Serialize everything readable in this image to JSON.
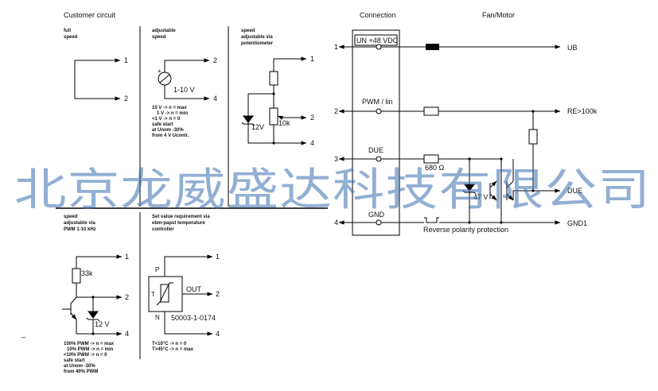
{
  "headers": {
    "customer": "Customer circuit",
    "connection": "Connection",
    "fan": "Fan/Motor"
  },
  "panel_full": {
    "title_1": "full",
    "title_2": "speed",
    "pin_1": "1",
    "pin_2": "2"
  },
  "panel_adj": {
    "title_1": "adjustable",
    "title_2": "speed",
    "source": "1-10 V",
    "plus": "+",
    "pin_2": "2",
    "pin_4": "4",
    "notes": [
      "10 V -> n = max",
      "1 V -> n = min",
      "<1 V -> n = 0",
      "safe start",
      "at Unom -30%",
      "from 4 V Ucontr."
    ]
  },
  "panel_pot": {
    "title_1": "speed",
    "title_2": "adjustable via",
    "title_3": "potentiometer",
    "zener": "12V",
    "pot": "10k",
    "pin_1": "1",
    "pin_2": "2",
    "pin_4": "4"
  },
  "panel_pwm": {
    "title_1": "speed",
    "title_2": "adjustable via",
    "title_3": "PWM 1-10 kHz",
    "resistor": "33k",
    "zener": "12 V",
    "pin_1": "1",
    "pin_2": "2",
    "pin_4": "4",
    "notes": [
      "100% PWM -> n = max",
      "10% PWM -> n = min",
      "<10% PWM -> n = 0",
      "safe start",
      "at Unom -30%",
      "from 40% PWM"
    ]
  },
  "panel_temp": {
    "title_1": "Set value requirement via",
    "title_2": "ebm-papst temperature",
    "title_3": "controller",
    "p": "P",
    "t": "T",
    "n": "N",
    "out": "OUT",
    "part": "50003-1-0174",
    "pin_1": "1",
    "pin_2": "2",
    "pin_4": "4",
    "notes": [
      "T<10°C -> n = 0",
      "T>45°C -> n = max"
    ]
  },
  "connection": {
    "pins": [
      "1",
      "2",
      "3",
      "4"
    ],
    "labels": [
      "UN +48 VDC",
      "PWM / lin",
      "DUE",
      "GND"
    ]
  },
  "fan": {
    "ub": "UB",
    "re": "RE>100k",
    "due": "DUE",
    "gnd": "GND1",
    "r680": "680 Ω",
    "z47": "47 V",
    "reverse": "Reverse polarity protection"
  },
  "dash": "–",
  "watermark": "北京龙威盛达科技有限公司"
}
